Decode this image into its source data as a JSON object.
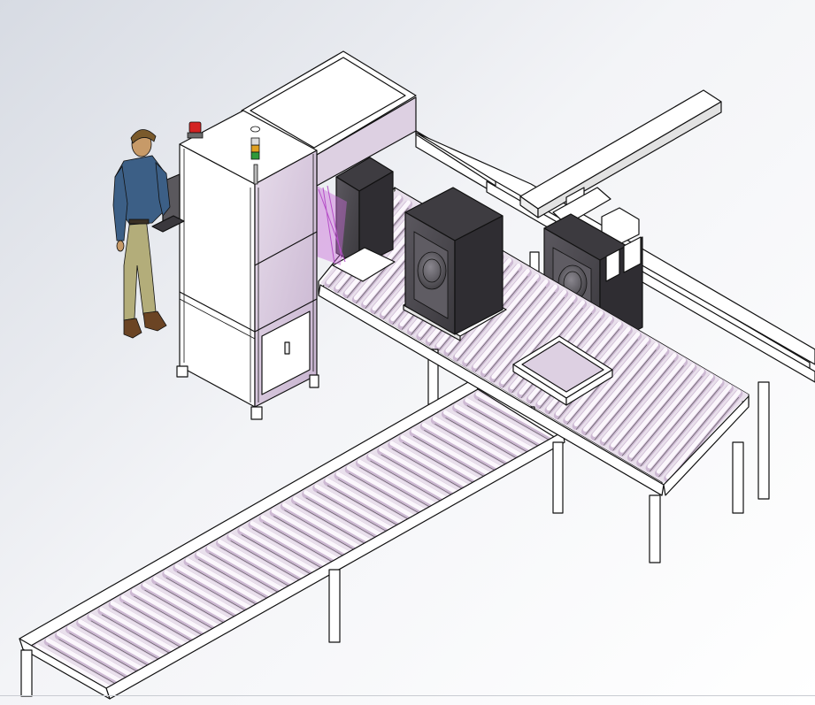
{
  "scene": {
    "kind": "isometric-cad-render",
    "subject": "roller-conveyor-inspection-line",
    "colors": {
      "background_start": "#d7dbe3",
      "background_end": "#ffffff",
      "frame": "#ffffff",
      "panel": "#ddd0e2",
      "panel_shade": "#c9b5d1",
      "roller": "#f4ecf6",
      "roller_shade": "#d9c7de",
      "appliance_body": "#4a484d",
      "appliance_side": "#343236",
      "appliance_door": "#77747a",
      "outline": "#111111",
      "beacon_red": "#d32222",
      "light_green": "#2f9a3a",
      "light_amber": "#e0a020",
      "worker_shirt": "#3c5f86",
      "worker_pants": "#b3ad7a",
      "worker_skin": "#c79a68"
    },
    "components": [
      "inspection-cabinet",
      "signal-tower",
      "operator-terminal",
      "infeed-roller-conveyor",
      "main-roller-conveyor",
      "side-workbench",
      "gantry-gripper",
      "empty-tray",
      "washing-machine-unit",
      "operator-figure"
    ],
    "appliance_count": 3
  }
}
